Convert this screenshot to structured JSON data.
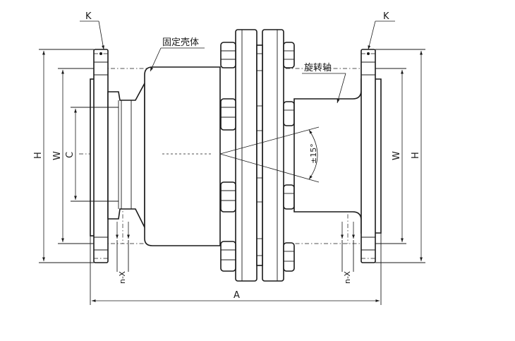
{
  "labels": {
    "k_left": "K",
    "k_right": "K",
    "fixed_housing": "固定壳体",
    "rotating_shaft": "旋转轴",
    "h_left": "H",
    "w_left": "W",
    "c_left": "C",
    "w_right": "W",
    "h_right": "H",
    "nx_left": "n-X",
    "nx_right": "n-X",
    "a_dim": "A",
    "angle": "±15°"
  }
}
